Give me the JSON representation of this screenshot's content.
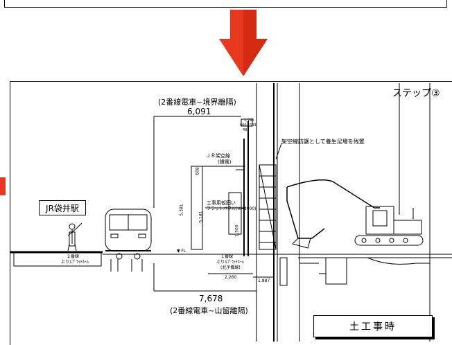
{
  "labels": {
    "step": "ステップ③",
    "top_heading": "(2番線電車~境界離隔)",
    "top_dimension": "6,091",
    "bottom_dimension": "7,678",
    "bottom_heading": "(2番線電車~山留離隔)",
    "jr_station": "JR袋井駅",
    "jr_overhead": "ＪＲ架空線",
    "jr_overhead_sub": "(饋電)",
    "scaffold_note": "架空線防護として養生足場を残置",
    "temp_fence": "工事用仮囲い",
    "temp_fence_sub": "フラットパネル(H=2000)",
    "track2": "２番線",
    "track2_sub": "上り1ﾌﾟﾗｯﾄﾎｰﾑ",
    "track1": "１番線",
    "track1_sub": "上り1ﾌﾟﾗｯﾄﾎｰﾑ",
    "track1_sub2": "(北予備線)",
    "dim_2260": "2,260",
    "dim_1887": "1,887",
    "dim_1500": "1,500",
    "dim_5181": "5,181",
    "dim_5381": "5,381",
    "dim_1143": "1,143",
    "dim_600": "600",
    "dim_543": "543",
    "dim_483": "483",
    "dim_608": "608",
    "fl_mark": "▼ FL",
    "sign": "土工事時"
  },
  "colors": {
    "arrow": "#e8381f",
    "line": "#000000"
  }
}
